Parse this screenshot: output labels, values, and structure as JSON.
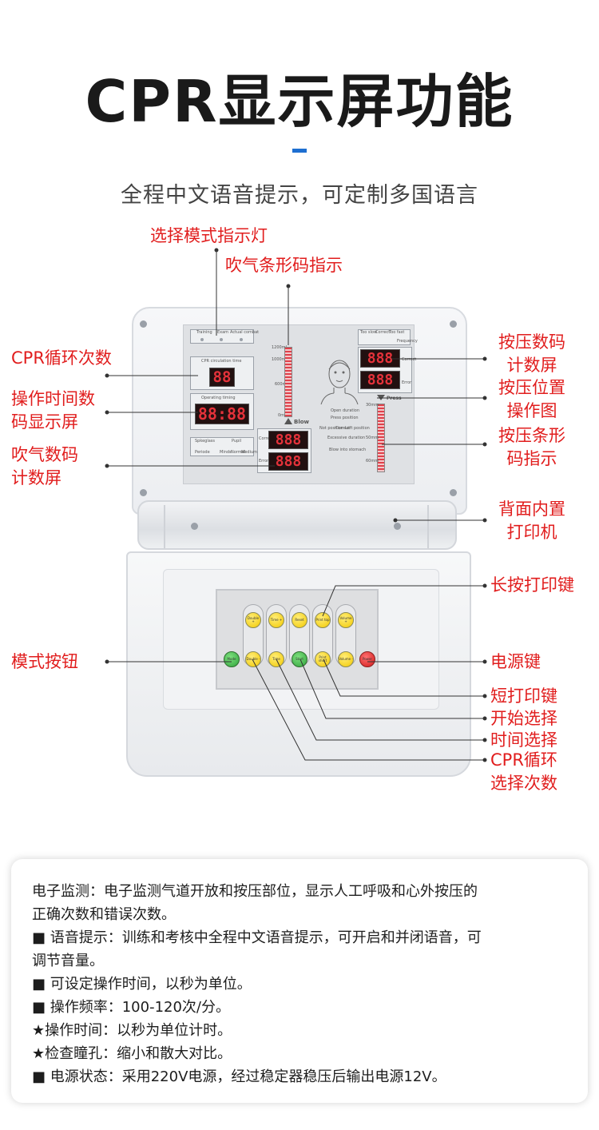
{
  "header": {
    "title": "CPR显示屏功能",
    "subtitle": "全程中文语音提示，可定制多国语言"
  },
  "device": {
    "mode_row": [
      "Training",
      "Exam",
      "Actual combat"
    ],
    "cpr_circulation_label": "CPR circulation time",
    "cpr_circulation_value": "88",
    "operating_timing_label": "Operating timing",
    "operating_timing_value": "88:88",
    "spk_labels": [
      "Spkeglass",
      "Pupil"
    ],
    "spk_sub": [
      "Periode",
      "Minds",
      "Normal",
      "Medium"
    ],
    "blow_scale": [
      "1200mL",
      "1000mL",
      "600mL",
      "0mL"
    ],
    "blow_label": "Blow",
    "blow_correct_label": "Correct",
    "blow_error_label": "Error",
    "blow_correct_value": "888",
    "blow_error_value": "888",
    "press_mode_row": [
      "Too slow",
      "Correct",
      "Too fast",
      "Frequency"
    ],
    "press_correct_label": "Correct",
    "press_error_label": "Error",
    "press_correct_value": "888",
    "press_error_value": "888",
    "press_label": "Press",
    "press_scale": [
      "30mm",
      "50mm",
      "60mm"
    ],
    "body_notes": [
      "Open duration",
      "Press position",
      "Not position",
      "Correct",
      "Left position",
      "Excessive duration",
      "Blow into stomach"
    ],
    "buttons_top": [
      "Double +",
      "Time +",
      "Reset",
      "Print top",
      "Volume +"
    ],
    "buttons_bottom": [
      "Double -",
      "Time",
      "Start",
      "Print short",
      "Volume -"
    ],
    "button_mode": "Mode",
    "button_power": "Power"
  },
  "callouts": {
    "mode_indicator": "选择模式指示灯",
    "blow_bar": "吹气条形码指示",
    "cpr_cycles": "CPR循环次数",
    "op_time_1": "操作时间数",
    "op_time_2": "码显示屏",
    "blow_digit_1": "吹气数码",
    "blow_digit_2": "计数屏",
    "press_digit_1": "按压数码",
    "press_digit_2": "计数屏",
    "press_pos_1": "按压位置",
    "press_pos_2": "操作图",
    "press_bar_1": "按压条形",
    "press_bar_2": "码指示",
    "printer_1": "背面内置",
    "printer_2": "打印机",
    "long_print": "长按打印键",
    "mode_button": "模式按钮",
    "power_key": "电源键",
    "short_print": "短打印键",
    "start_select": "开始选择",
    "time_select": "时间选择",
    "cpr_select_1": "CPR循环",
    "cpr_select_2": "选择次数"
  },
  "description": [
    "电子监测：电子监测气道开放和按压部位，显示人工呼吸和心外按压的",
    "正确次数和错误次数。",
    "■ 语音提示：训练和考核中全程中文语音提示，可开启和并闭语音，可",
    "调节音量。",
    "■ 可设定操作时间，以秒为单位。",
    "■ 操作频率：100-120次/分。",
    "★操作时间：以秒为单位计时。",
    "★检查瞳孔：缩小和散大对比。",
    "■ 电源状态：采用220V电源，经过稳定器稳压后输出电源12V。"
  ]
}
